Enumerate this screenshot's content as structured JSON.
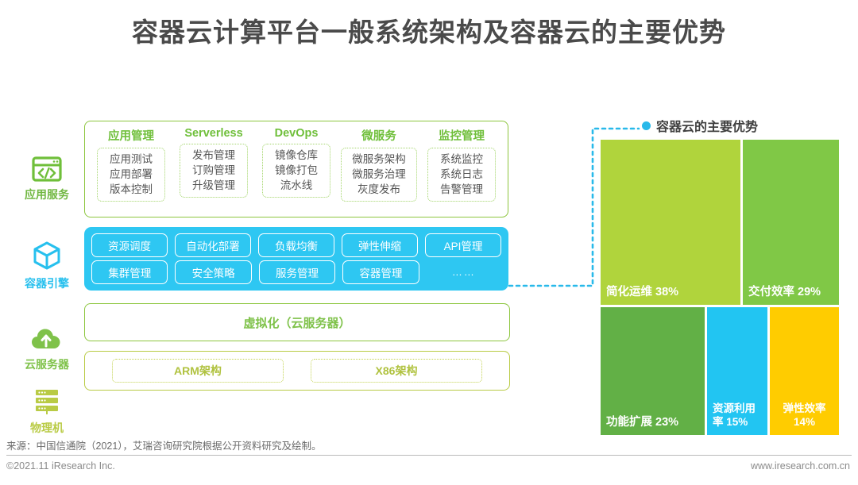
{
  "title": "容器云计算平台一般系统架构及容器云的主要优势",
  "sidebar": {
    "items": [
      {
        "label": "应用服务",
        "icon": "code-window-icon"
      },
      {
        "label": "容器引擎",
        "icon": "cube-icon"
      },
      {
        "label": "云服务器",
        "icon": "cloud-upload-icon"
      },
      {
        "label": "物理机",
        "icon": "server-rack-icon"
      }
    ]
  },
  "layers": {
    "app_service": {
      "columns": [
        {
          "head": "应用管理",
          "items": [
            "应用测试",
            "应用部署",
            "版本控制"
          ]
        },
        {
          "head": "Serverless",
          "items": [
            "发布管理",
            "订购管理",
            "升级管理"
          ]
        },
        {
          "head": "DevOps",
          "items": [
            "镜像仓库",
            "镜像打包",
            "流水线"
          ]
        },
        {
          "head": "微服务",
          "items": [
            "微服务架构",
            "微服务治理",
            "灰度发布"
          ]
        },
        {
          "head": "监控管理",
          "items": [
            "系统监控",
            "系统日志",
            "告警管理"
          ]
        }
      ]
    },
    "container_engine": {
      "row1": [
        "资源调度",
        "自动化部署",
        "负载均衡",
        "弹性伸缩",
        "API管理"
      ],
      "row2": [
        "集群管理",
        "安全策略",
        "服务管理",
        "容器管理",
        "……"
      ]
    },
    "cloud_server": {
      "label": "虚拟化（云服务器）"
    },
    "physical": {
      "items": [
        "ARM架构",
        "X86架构"
      ]
    }
  },
  "chart_data": {
    "type": "treemap",
    "title": "容器云的主要优势",
    "categories": [
      "简化运维",
      "交付效率",
      "功能扩展",
      "资源利用率",
      "弹性效率"
    ],
    "values": [
      38,
      29,
      23,
      15,
      14
    ],
    "unit": "%",
    "labels": [
      "简化运维 38%",
      "交付效率 29%",
      "功能扩展 23%",
      "资源利用率 15%",
      "弹性效率 14%"
    ],
    "colors": [
      "#b0d43c",
      "#80c846",
      "#62b046",
      "#22c5f2",
      "#ffcc00"
    ],
    "legend": "none",
    "grid": false
  },
  "footer": {
    "source": "来源：中国信通院（2021），艾瑞咨询研究院根据公开资料研究及绘制。",
    "copyright": "©2021.11 iResearch Inc.",
    "site": "www.iresearch.com.cn"
  },
  "colors": {
    "green": "#8dc63f",
    "blue": "#2ec7f2",
    "olive": "#b9cb45",
    "title": "#4a4a4a"
  }
}
